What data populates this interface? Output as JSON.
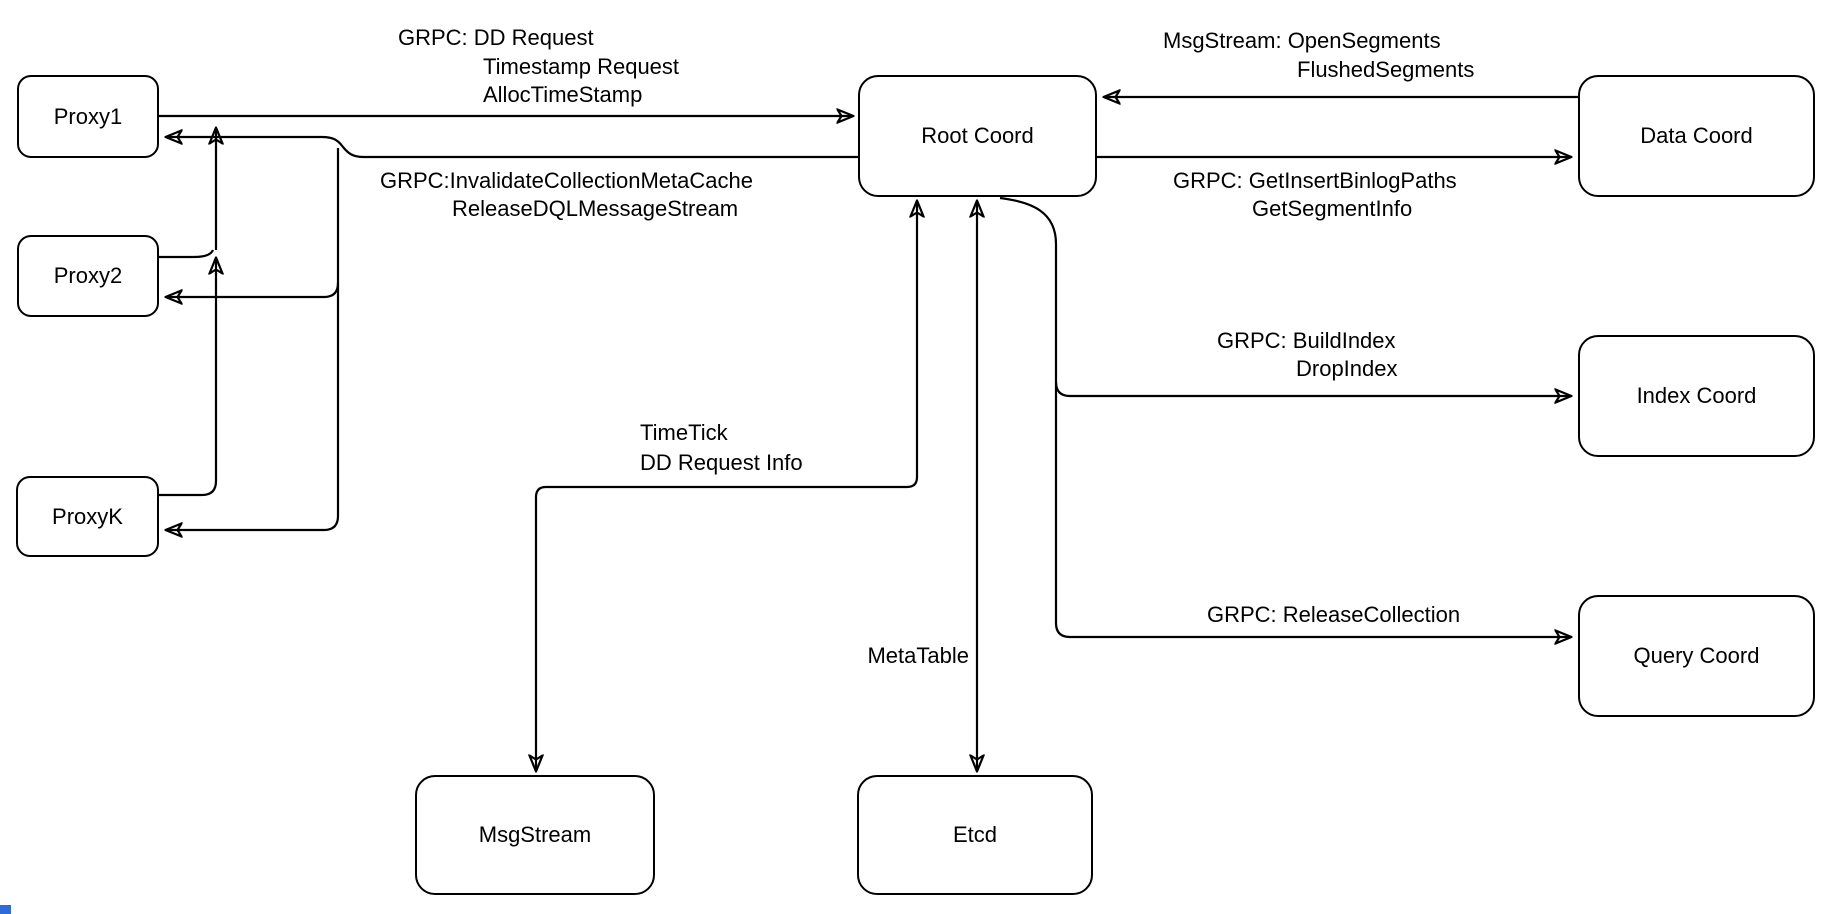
{
  "nodes": {
    "proxy1": "Proxy1",
    "proxy2": "Proxy2",
    "proxyk": "ProxyK",
    "root_coord": "Root Coord",
    "data_coord": "Data Coord",
    "index_coord": "Index Coord",
    "query_coord": "Query Coord",
    "msg_stream": "MsgStream",
    "etcd": "Etcd"
  },
  "edge_labels": {
    "proxy_to_root": {
      "lines": [
        "GRPC: DD Request",
        "Timestamp Request",
        "AllocTimeStamp"
      ]
    },
    "root_to_proxy": {
      "lines": [
        "GRPC:InvalidateCollectionMetaCache",
        "ReleaseDQLMessageStream"
      ]
    },
    "data_to_root": {
      "lines": [
        "MsgStream: OpenSegments",
        "FlushedSegments"
      ]
    },
    "root_to_data": {
      "lines": [
        "GRPC: GetInsertBinlogPaths",
        "GetSegmentInfo"
      ]
    },
    "root_to_index": {
      "lines": [
        "GRPC: BuildIndex",
        "DropIndex"
      ]
    },
    "root_to_query": {
      "lines": [
        "GRPC: ReleaseCollection"
      ]
    },
    "root_to_msgstream": {
      "lines": [
        "TimeTick",
        "DD Request Info"
      ]
    },
    "root_to_etcd": {
      "lines": [
        "MetaTable"
      ]
    }
  },
  "colors": {
    "stroke": "#000000",
    "background": "#ffffff",
    "box_fill": "#ffffff",
    "corner_artifact": "#2e6bd6"
  }
}
